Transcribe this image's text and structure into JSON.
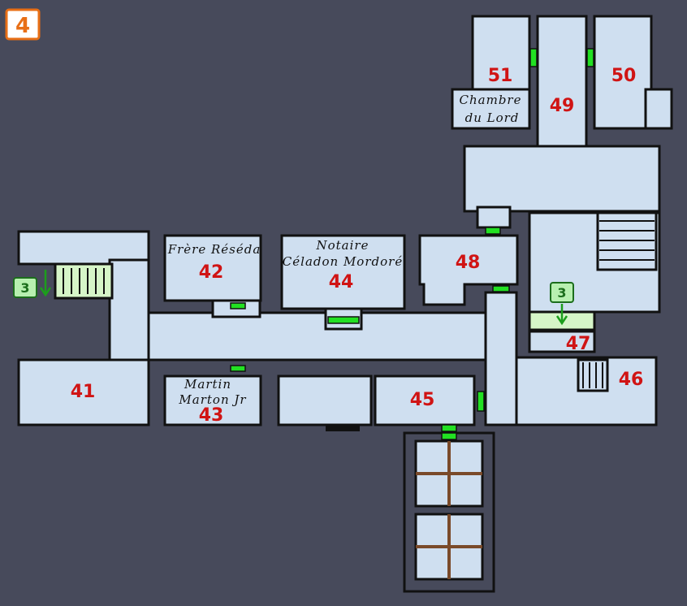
{
  "floor_badge": "4",
  "stair_badges": {
    "west": "3",
    "east": "3"
  },
  "rooms": {
    "r41": {
      "number": "41"
    },
    "r42": {
      "number": "42",
      "name_lines": [
        "Frère Réséda"
      ]
    },
    "r43": {
      "number": "43",
      "name_lines": [
        "Martin",
        "Marton Jr"
      ]
    },
    "r44": {
      "number": "44",
      "name_lines": [
        "Notaire",
        "Céladon Mordoré"
      ]
    },
    "r45": {
      "number": "45"
    },
    "r46": {
      "number": "46"
    },
    "r47": {
      "number": "47"
    },
    "r48": {
      "number": "48"
    },
    "r49": {
      "number": "49"
    },
    "r50": {
      "number": "50"
    },
    "r51": {
      "number": "51",
      "name_lines": [
        "Chambre",
        "du Lord"
      ]
    }
  },
  "colors": {
    "background": "#474a5b",
    "floor": "#cfdff0",
    "wall": "#111111",
    "door": "#22e022",
    "room_number": "#d01414",
    "floor_badge": "#e86f16",
    "stair_badge_fill": "#b8f0b0",
    "stairs_light": "#d6f5c8",
    "cell_wood": "#7a4a2a"
  }
}
